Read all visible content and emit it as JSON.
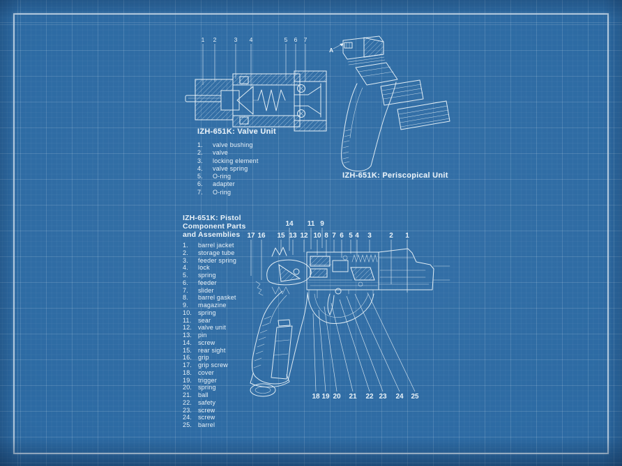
{
  "colors": {
    "bg": "#2c6aa3",
    "ink": "#e9f2f8",
    "frame": "#dcebf4",
    "vignette": "#0c2c52"
  },
  "valve_unit": {
    "title": "IZH-651K: Valve Unit",
    "callouts": [
      "1",
      "2",
      "3",
      "4",
      "5",
      "6",
      "7"
    ],
    "parts": [
      {
        "num": "1.",
        "name": "valve  bushing"
      },
      {
        "num": "2.",
        "name": "valve"
      },
      {
        "num": "3.",
        "name": "locking  element"
      },
      {
        "num": "4.",
        "name": "valve  spring"
      },
      {
        "num": "5.",
        "name": "O-ring"
      },
      {
        "num": "6.",
        "name": "adapter"
      },
      {
        "num": "7.",
        "name": "O-ring"
      }
    ]
  },
  "periscopical_unit": {
    "title": "IZH-651K: Periscopical Unit",
    "view_label": "A"
  },
  "pistol": {
    "title_lines": [
      "IZH-651K:  Pistol",
      "Component Parts",
      "and Assemblies"
    ],
    "callouts_top_upper": [
      "14",
      "11",
      "9"
    ],
    "callouts_top_lower": [
      "17",
      "16",
      "15",
      "13",
      "12",
      "10",
      "8",
      "7",
      "6",
      "5",
      "4",
      "3",
      "2",
      "1"
    ],
    "callouts_bottom": [
      "18",
      "19",
      "20",
      "21",
      "22",
      "23",
      "24",
      "25"
    ],
    "parts": [
      {
        "num": "1.",
        "name": "barrel  jacket"
      },
      {
        "num": "2.",
        "name": "storage  tube"
      },
      {
        "num": "3.",
        "name": "feeder  spring"
      },
      {
        "num": "4.",
        "name": "lock"
      },
      {
        "num": "5.",
        "name": "spring"
      },
      {
        "num": "6.",
        "name": "feeder"
      },
      {
        "num": "7.",
        "name": "slider"
      },
      {
        "num": "8.",
        "name": "barrel  gasket"
      },
      {
        "num": "9.",
        "name": "magazine"
      },
      {
        "num": "10.",
        "name": "spring"
      },
      {
        "num": "11.",
        "name": "sear"
      },
      {
        "num": "12.",
        "name": "valve  unit"
      },
      {
        "num": "13.",
        "name": "pin"
      },
      {
        "num": "14.",
        "name": "screw"
      },
      {
        "num": "15.",
        "name": "rear  sight"
      },
      {
        "num": "16.",
        "name": "grip"
      },
      {
        "num": "17.",
        "name": "grip  screw"
      },
      {
        "num": "18.",
        "name": "cover"
      },
      {
        "num": "19.",
        "name": "trigger"
      },
      {
        "num": "20.",
        "name": "spring"
      },
      {
        "num": "21.",
        "name": "ball"
      },
      {
        "num": "22.",
        "name": "safety"
      },
      {
        "num": "23.",
        "name": "screw"
      },
      {
        "num": "24.",
        "name": "screw"
      },
      {
        "num": "25.",
        "name": "barrel"
      }
    ]
  }
}
